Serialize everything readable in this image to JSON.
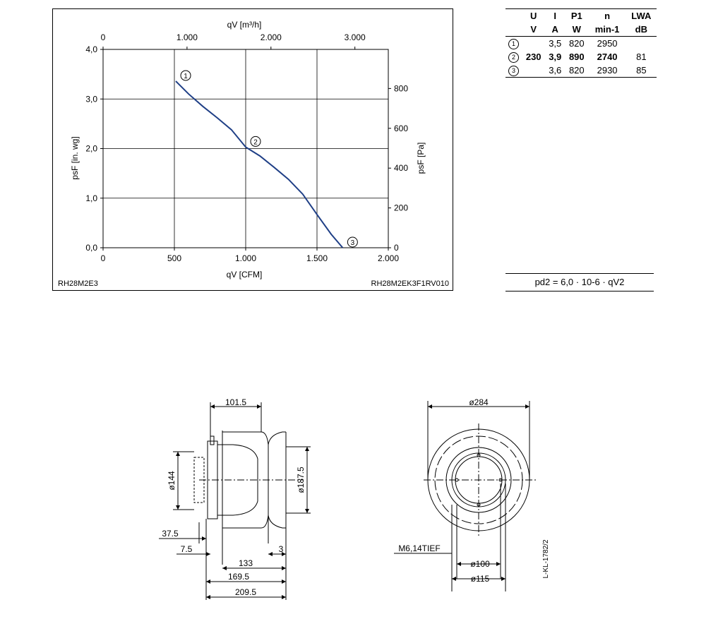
{
  "chart_data": {
    "type": "line",
    "x_top_label": "qV [m³/h]",
    "x_top_ticks": [
      "0",
      "1.000",
      "2.000",
      "3.000"
    ],
    "x_bottom_label": "qV [CFM]",
    "x_bottom_ticks": [
      "0",
      "500",
      "1.000",
      "1.500",
      "2.000"
    ],
    "xlim_cfm": [
      0,
      2000
    ],
    "y_left_label": "psF [in. wg]",
    "y_left_ticks": [
      "0,0",
      "1,0",
      "2,0",
      "3,0",
      "4,0"
    ],
    "ylim_inwg": [
      0,
      4
    ],
    "y_right_label": "psF [Pa]",
    "y_right_ticks": [
      "0",
      "200",
      "400",
      "600",
      "800"
    ],
    "grid": true,
    "series": [
      {
        "x": [
          510,
          600,
          700,
          800,
          900,
          1000,
          1100,
          1200,
          1300,
          1400,
          1500,
          1600,
          1680
        ],
        "y": [
          3.36,
          3.1,
          2.85,
          2.62,
          2.38,
          2.03,
          1.85,
          1.62,
          1.38,
          1.08,
          0.67,
          0.27,
          0.0
        ]
      }
    ],
    "point_markers": [
      {
        "label": "1",
        "x": 510,
        "y": 3.36
      },
      {
        "label": "2",
        "x": 1000,
        "y": 2.03
      },
      {
        "label": "3",
        "x": 1680,
        "y": 0.0
      }
    ],
    "footer_left": "RH28M2E3",
    "footer_right": "RH28M2EK3F1RV010",
    "line_color": "#1f3f86"
  },
  "spec_table": {
    "headers": [
      "U",
      "I",
      "P1",
      "n",
      "LWA"
    ],
    "units": [
      "V",
      "A",
      "W",
      "min-1",
      "dB"
    ],
    "rows": [
      {
        "marker": "1",
        "U": "",
        "I": "3,5",
        "P": "820",
        "n": "2950",
        "L": ""
      },
      {
        "marker": "2",
        "U": "230",
        "I": "3,9",
        "P": "890",
        "n": "2740",
        "L": "81"
      },
      {
        "marker": "3",
        "U": "",
        "I": "3,6",
        "P": "820",
        "n": "2930",
        "L": "85"
      }
    ]
  },
  "formula": "pd2 = 6,0 · 10-6 · qV2",
  "drawing": {
    "side_dims": [
      "101.5",
      "ø144",
      "ø187.5",
      "37.5",
      "7.5",
      "3",
      "133",
      "169.5",
      "209.5"
    ],
    "front_dims": [
      "ø284",
      "M6,14TIEF",
      "ø100",
      "ø115"
    ],
    "drawing_id": "L-KL-1782/2"
  }
}
